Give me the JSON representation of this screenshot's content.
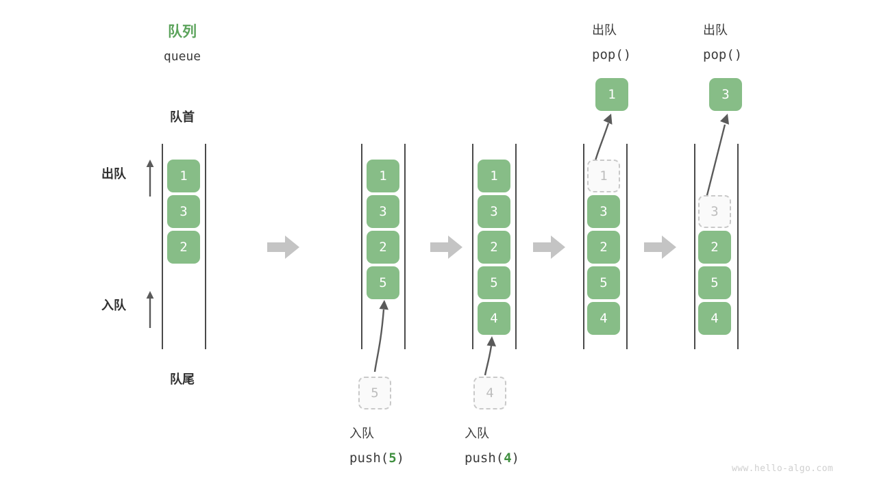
{
  "meta": {
    "watermark": "www.hello-algo.com",
    "colors": {
      "cell_fill": "#87bd87",
      "cell_text": "#ffffff",
      "ghost_fill": "#fafafa",
      "ghost_border": "#c9c9c9",
      "ghost_text": "#bdbdbd",
      "title_green": "#5ba35b",
      "code_green": "#3f8f3f",
      "rail": "#4a4a4a",
      "flow_arrow": "#c4c4c4",
      "line_arrow": "#5a5a5a",
      "text": "#3b3b3b"
    }
  },
  "header": {
    "title_cn": "队列",
    "title_en": "queue"
  },
  "left_panel": {
    "front_label": "队首",
    "rear_label": "队尾",
    "dequeue_label": "出队",
    "enqueue_label": "入队",
    "cells": [
      "1",
      "3",
      "2"
    ]
  },
  "panels": [
    {
      "id": "initial",
      "top_label_cn": "",
      "top_label_code": "",
      "cells": [
        "1",
        "3",
        "2"
      ],
      "ghost_index": -1,
      "detached_cell": "",
      "bottom_label_cn": "",
      "bottom_label_code": "",
      "bottom_code_num": ""
    },
    {
      "id": "push-5",
      "top_label_cn": "",
      "top_label_code": "",
      "cells": [
        "1",
        "3",
        "2",
        "5"
      ],
      "ghost_index": -1,
      "detached_cell": "5",
      "bottom_label_cn": "入队",
      "bottom_label_code": "push(",
      "bottom_code_num": "5",
      "bottom_label_code_end": ")"
    },
    {
      "id": "push-4",
      "top_label_cn": "",
      "top_label_code": "",
      "cells": [
        "1",
        "3",
        "2",
        "5",
        "4"
      ],
      "ghost_index": -1,
      "detached_cell": "4",
      "bottom_label_cn": "入队",
      "bottom_label_code": "push(",
      "bottom_code_num": "4",
      "bottom_label_code_end": ")"
    },
    {
      "id": "pop-1",
      "top_label_cn": "出队",
      "top_label_code": "pop()",
      "cells": [
        "1",
        "3",
        "2",
        "5",
        "4"
      ],
      "ghost_index": 0,
      "detached_cell": "1",
      "bottom_label_cn": "",
      "bottom_label_code": "",
      "bottom_code_num": ""
    },
    {
      "id": "pop-3",
      "top_label_cn": "出队",
      "top_label_code": "pop()",
      "cells": [
        "3",
        "2",
        "5",
        "4"
      ],
      "ghost_index": 0,
      "detached_cell": "3",
      "bottom_label_cn": "",
      "bottom_label_code": "",
      "bottom_code_num": ""
    }
  ],
  "cell_values": {
    "p1_c0": "1",
    "p1_c1": "3",
    "p1_c2": "2",
    "p2_c0": "1",
    "p2_c1": "3",
    "p2_c2": "2",
    "p2_c3": "5",
    "p2_ghost": "5",
    "p3_c0": "1",
    "p3_c1": "3",
    "p3_c2": "2",
    "p3_c3": "5",
    "p3_c4": "4",
    "p3_ghost": "4",
    "p4_g0": "1",
    "p4_c1": "3",
    "p4_c2": "2",
    "p4_c3": "5",
    "p4_c4": "4",
    "p4_popped": "1",
    "p5_g0": "3",
    "p5_c1": "2",
    "p5_c2": "5",
    "p5_c3": "4",
    "p5_popped": "3"
  },
  "flow_arrows": [
    "flow-arrow-1",
    "flow-arrow-2",
    "flow-arrow-3",
    "flow-arrow-4"
  ]
}
